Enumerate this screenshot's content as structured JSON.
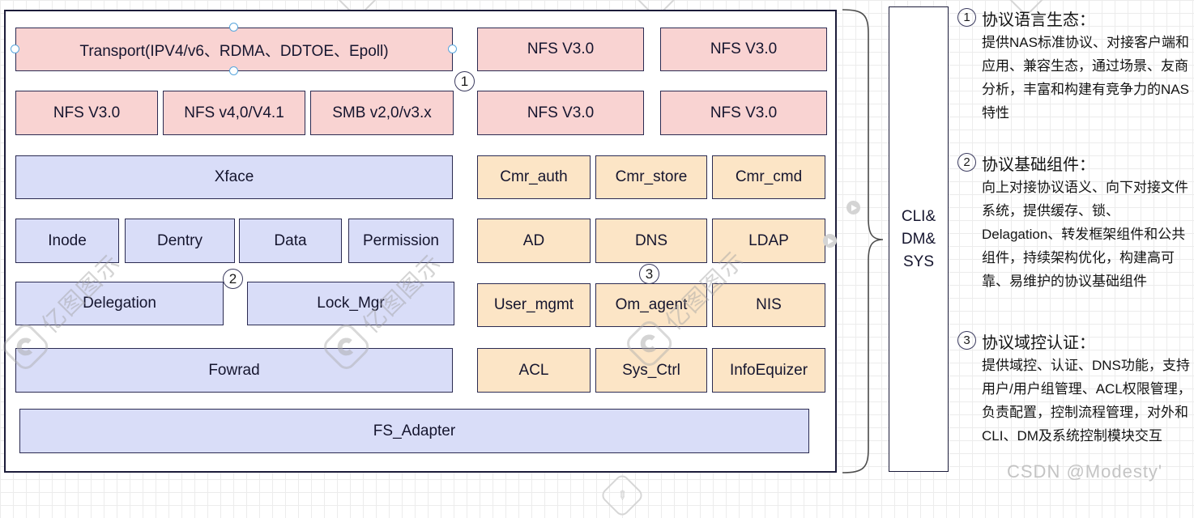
{
  "diagram": {
    "transport": "Transport(IPV4/v6、RDMA、DDTOE、Epoll)",
    "protocol_row": [
      "NFS V3.0",
      "NFS v4,0/V4.1",
      "SMB v2,0/v3.x"
    ],
    "nfs_grid": [
      "NFS V3.0",
      "NFS V3.0",
      "NFS V3.0",
      "NFS V3.0"
    ],
    "xface": "Xface",
    "cmr_row": [
      "Cmr_auth",
      "Cmr_store",
      "Cmr_cmd"
    ],
    "cache_row": [
      "Inode",
      "Dentry",
      "Data",
      "Permission"
    ],
    "dir_row": [
      "AD",
      "DNS",
      "LDAP"
    ],
    "deleg_row": [
      "Delegation",
      "Lock_Mgr"
    ],
    "mgmt_row": [
      "User_mgmt",
      "Om_agent",
      "NIS"
    ],
    "fowrad": "Fowrad",
    "acl_row": [
      "ACL",
      "Sys_Ctrl",
      "InfoEquizer"
    ],
    "fs_adapter": "FS_Adapter",
    "markers": [
      "1",
      "2",
      "3"
    ]
  },
  "side_box": {
    "text": "CLI&\nDM&\nSYS"
  },
  "annotations": [
    {
      "num": "1",
      "title": "协议语言生态：",
      "body": "提供NAS标准协议、对接客户端和应用、兼容生态，通过场景、友商分析，丰富和构建有竞争力的NAS特性"
    },
    {
      "num": "2",
      "title": "协议基础组件：",
      "body": "向上对接协议语义、向下对接文件系统，提供缓存、锁、Delagation、转发框架组件和公共组件，持续架构优化，构建高可靠、易维护的协议基础组件"
    },
    {
      "num": "3",
      "title": "协议域控认证：",
      "body": "提供域控、认证、DNS功能，支持用户/用户组管理、ACL权限管理，负责配置，控制流程管理，对外和CLI、DM及系统控制模块交互"
    }
  ],
  "watermark": {
    "text": "亿图图示",
    "credit": "CSDN @Modesty'"
  },
  "colors": {
    "pink": "#f9d3d2",
    "blue": "#d9ddf8",
    "orange": "#fce5c6",
    "box_border": "#2b2b52",
    "canvas_border": "#1c1c3a",
    "handle_blue": "#58a6dd"
  }
}
